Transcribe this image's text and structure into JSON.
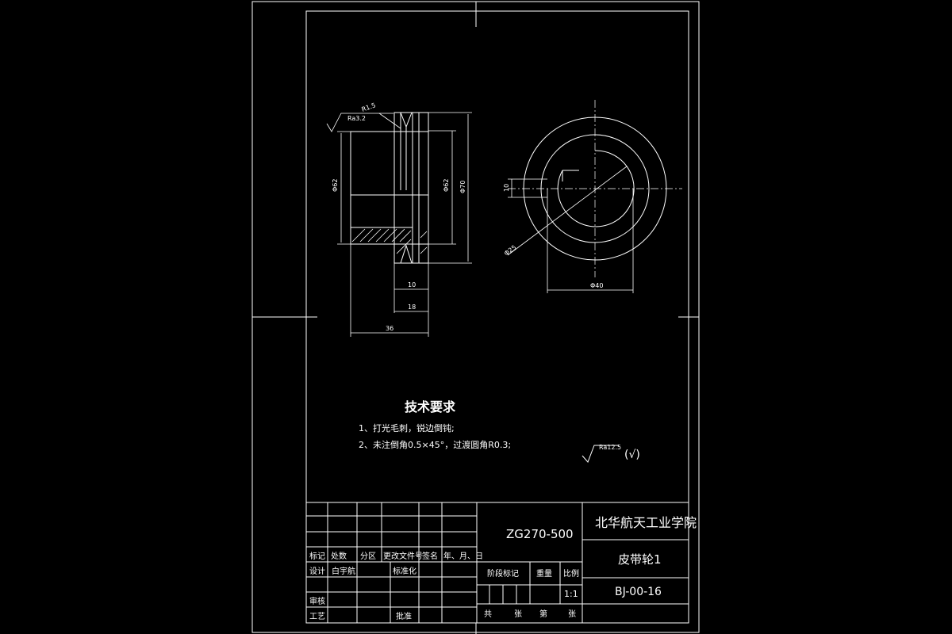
{
  "drawing": {
    "dimensions": {
      "d_left": "Φ62",
      "d_mid": "Φ62",
      "d_outer": "Φ70",
      "w_groove": "10",
      "w_hub": "18",
      "w_total": "36",
      "key_w": "10",
      "d_side": "Φ40",
      "r_side": "Φ25"
    },
    "roughness": {
      "main": "Ra3.2",
      "chamfer": "R1.5",
      "general": "Ra12.5",
      "general_suffix": "(√)"
    },
    "tech_req": {
      "title": "技术要求",
      "items": [
        "1、打光毛刺，锐边倒钝;",
        "2、未注倒角0.5×45°，过渡圆角R0.3;"
      ]
    },
    "title_block": {
      "material": "ZG270-500",
      "school": "北华航天工业学院",
      "part_name": "皮带轮1",
      "drawing_no": "BJ-00-16",
      "scale": "1:1",
      "labels": {
        "mark": "标记",
        "count": "处数",
        "zone": "分区",
        "change_doc": "更改文件号",
        "sign": "签名",
        "date": "年、月、日",
        "design": "设计",
        "designer": "白宇航",
        "standard": "标准化",
        "stage_mark": "阶段标记",
        "weight": "重量",
        "scale_label": "比例",
        "review": "审核",
        "process": "工艺",
        "approve": "批准",
        "total": "共",
        "sheets1": "张",
        "sheet_no": "第",
        "sheets2": "张"
      }
    }
  }
}
